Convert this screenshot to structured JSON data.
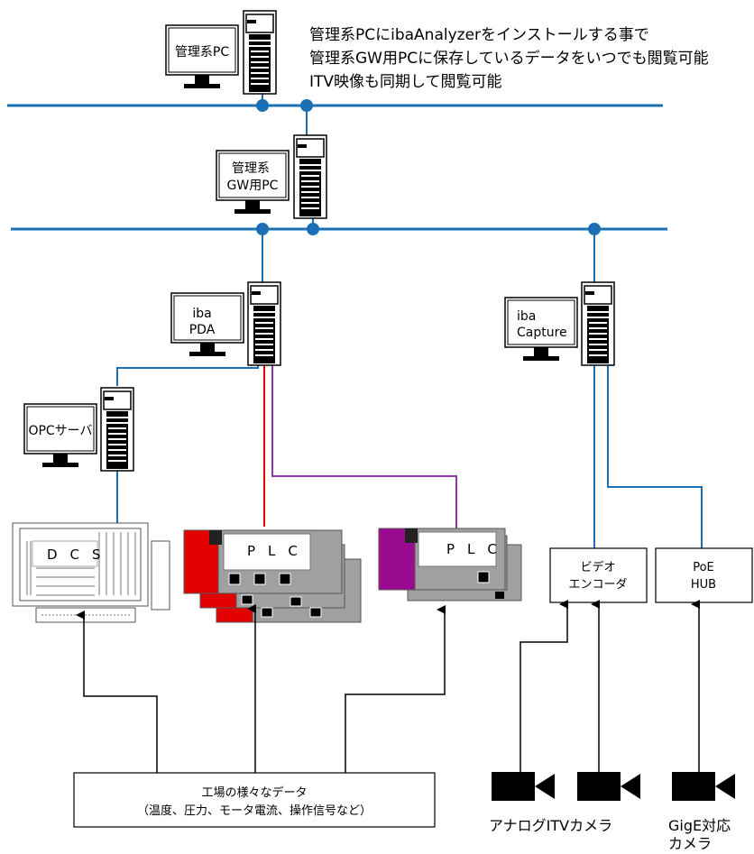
{
  "annotation": [
    "管理系PCにibaAnalyzerをインストールする事で",
    "管理系GW用PCに保存しているデータをいつでも閲覧可能",
    "ITV映像も同期して閲覧可能"
  ],
  "nodes": {
    "mgmt_pc": "管理系PC",
    "gw_pc": [
      "管理系",
      "GW用PC"
    ],
    "iba_pda": [
      "iba",
      "PDA"
    ],
    "iba_capture": [
      "iba",
      "Capture"
    ],
    "opc_server": "OPCサーバ",
    "dcs": "DCS",
    "plc_red": "PLC",
    "plc_purple": "PLC",
    "video_encoder": [
      "ビデオ",
      "エンコーダ"
    ],
    "poe_hub": [
      "PoE",
      "HUB"
    ]
  },
  "factory_data": [
    "工場の様々なデータ",
    "（温度、圧力、モータ電流、操作信号など）"
  ],
  "cameras": {
    "analog": "アナログITVカメラ",
    "gige": [
      "GigE対応",
      "カメラ"
    ]
  },
  "colors": {
    "network": "#1a6fb5",
    "red_link": "#e00000",
    "purple_link": "#8e3aa6",
    "plc_red": "#e20000",
    "plc_purple": "#9b0b8f",
    "plc_gray": "#a0a0a0"
  }
}
